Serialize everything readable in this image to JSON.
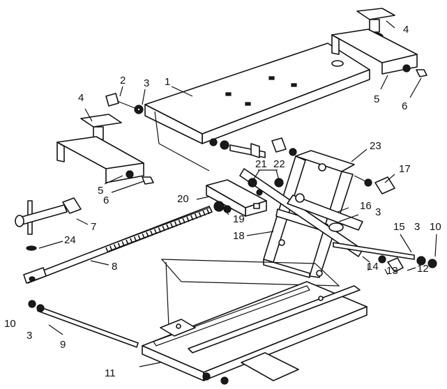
{
  "diagram": {
    "labels": [
      {
        "id": "p1",
        "text": "1"
      },
      {
        "id": "p2",
        "text": "2"
      },
      {
        "id": "p3a",
        "text": "3"
      },
      {
        "id": "p4a",
        "text": "4"
      },
      {
        "id": "p4b",
        "text": "4"
      },
      {
        "id": "p5a",
        "text": "5"
      },
      {
        "id": "p5b",
        "text": "5"
      },
      {
        "id": "p6a",
        "text": "6"
      },
      {
        "id": "p6b",
        "text": "6"
      },
      {
        "id": "p7",
        "text": "7"
      },
      {
        "id": "p8",
        "text": "8"
      },
      {
        "id": "p9",
        "text": "9"
      },
      {
        "id": "p10a",
        "text": "10"
      },
      {
        "id": "p10b",
        "text": "10"
      },
      {
        "id": "p3b",
        "text": "3"
      },
      {
        "id": "p11",
        "text": "11"
      },
      {
        "id": "p12",
        "text": "12"
      },
      {
        "id": "p13",
        "text": "13"
      },
      {
        "id": "p14",
        "text": "14"
      },
      {
        "id": "p15",
        "text": "15"
      },
      {
        "id": "p3c",
        "text": "3"
      },
      {
        "id": "p16",
        "text": "16"
      },
      {
        "id": "p3d",
        "text": "3"
      },
      {
        "id": "p17",
        "text": "17"
      },
      {
        "id": "p18",
        "text": "18"
      },
      {
        "id": "p19",
        "text": "19"
      },
      {
        "id": "p20",
        "text": "20"
      },
      {
        "id": "p21",
        "text": "21"
      },
      {
        "id": "p22",
        "text": "22"
      },
      {
        "id": "p23",
        "text": "23"
      },
      {
        "id": "p24",
        "text": "24"
      }
    ]
  }
}
